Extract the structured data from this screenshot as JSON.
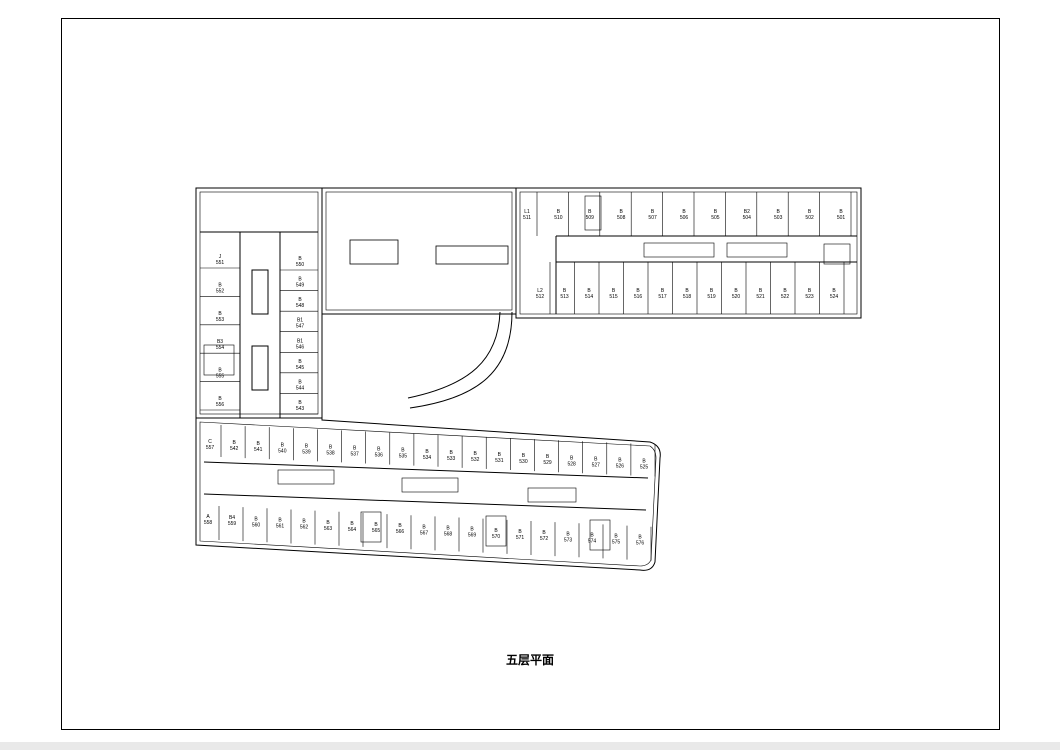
{
  "title": "五层平面",
  "labels": {
    "topRight": [
      {
        "code": "L1",
        "num": "511"
      },
      {
        "code": "B",
        "num": "510"
      },
      {
        "code": "B",
        "num": "509"
      },
      {
        "code": "B",
        "num": "508"
      },
      {
        "code": "B",
        "num": "507"
      },
      {
        "code": "B",
        "num": "506"
      },
      {
        "code": "B",
        "num": "505"
      },
      {
        "code": "B2",
        "num": "504"
      },
      {
        "code": "B",
        "num": "503"
      },
      {
        "code": "B",
        "num": "502"
      },
      {
        "code": "B",
        "num": "501"
      }
    ],
    "bottomRight": [
      {
        "code": "L2",
        "num": "512"
      },
      {
        "code": "B",
        "num": "513"
      },
      {
        "code": "B",
        "num": "514"
      },
      {
        "code": "B",
        "num": "515"
      },
      {
        "code": "B",
        "num": "516"
      },
      {
        "code": "B",
        "num": "517"
      },
      {
        "code": "B",
        "num": "518"
      },
      {
        "code": "B",
        "num": "519"
      },
      {
        "code": "B",
        "num": "520"
      },
      {
        "code": "B",
        "num": "521"
      },
      {
        "code": "B",
        "num": "522"
      },
      {
        "code": "B",
        "num": "523"
      },
      {
        "code": "B",
        "num": "524"
      }
    ],
    "leftWingLeft": [
      {
        "code": "J",
        "num": "551"
      },
      {
        "code": "B",
        "num": "552"
      },
      {
        "code": "B",
        "num": "553"
      },
      {
        "code": "B3",
        "num": "554"
      },
      {
        "code": "B",
        "num": "555"
      },
      {
        "code": "B",
        "num": "556"
      }
    ],
    "leftWingRight": [
      {
        "code": "B",
        "num": "550"
      },
      {
        "code": "B",
        "num": "549"
      },
      {
        "code": "B",
        "num": "548"
      },
      {
        "code": "B1",
        "num": "547"
      },
      {
        "code": "B1",
        "num": "546"
      },
      {
        "code": "B",
        "num": "545"
      },
      {
        "code": "B",
        "num": "544"
      },
      {
        "code": "B",
        "num": "543"
      }
    ],
    "bottomTop": [
      {
        "code": "C",
        "num": "557"
      },
      {
        "code": "B",
        "num": "542"
      },
      {
        "code": "B",
        "num": "541"
      },
      {
        "code": "B",
        "num": "540"
      },
      {
        "code": "B",
        "num": "539"
      },
      {
        "code": "B",
        "num": "538"
      },
      {
        "code": "B",
        "num": "537"
      },
      {
        "code": "B",
        "num": "536"
      },
      {
        "code": "B",
        "num": "535"
      },
      {
        "code": "B",
        "num": "534"
      },
      {
        "code": "B",
        "num": "533"
      },
      {
        "code": "B",
        "num": "532"
      },
      {
        "code": "B",
        "num": "531"
      },
      {
        "code": "B",
        "num": "530"
      },
      {
        "code": "B",
        "num": "529"
      },
      {
        "code": "B",
        "num": "528"
      },
      {
        "code": "B",
        "num": "527"
      },
      {
        "code": "B",
        "num": "526"
      },
      {
        "code": "B",
        "num": "525"
      }
    ],
    "bottomBottom": [
      {
        "code": "A",
        "num": "558"
      },
      {
        "code": "B4",
        "num": "559"
      },
      {
        "code": "B",
        "num": "560"
      },
      {
        "code": "B",
        "num": "561"
      },
      {
        "code": "B",
        "num": "562"
      },
      {
        "code": "B",
        "num": "563"
      },
      {
        "code": "B",
        "num": "564"
      },
      {
        "code": "B",
        "num": "565"
      },
      {
        "code": "B",
        "num": "566"
      },
      {
        "code": "B",
        "num": "567"
      },
      {
        "code": "B",
        "num": "568"
      },
      {
        "code": "B",
        "num": "569"
      },
      {
        "code": "B",
        "num": "570"
      },
      {
        "code": "B",
        "num": "571"
      },
      {
        "code": "B",
        "num": "572"
      },
      {
        "code": "B",
        "num": "573"
      },
      {
        "code": "B",
        "num": "574"
      },
      {
        "code": "B",
        "num": "575"
      },
      {
        "code": "B",
        "num": "576"
      }
    ]
  }
}
